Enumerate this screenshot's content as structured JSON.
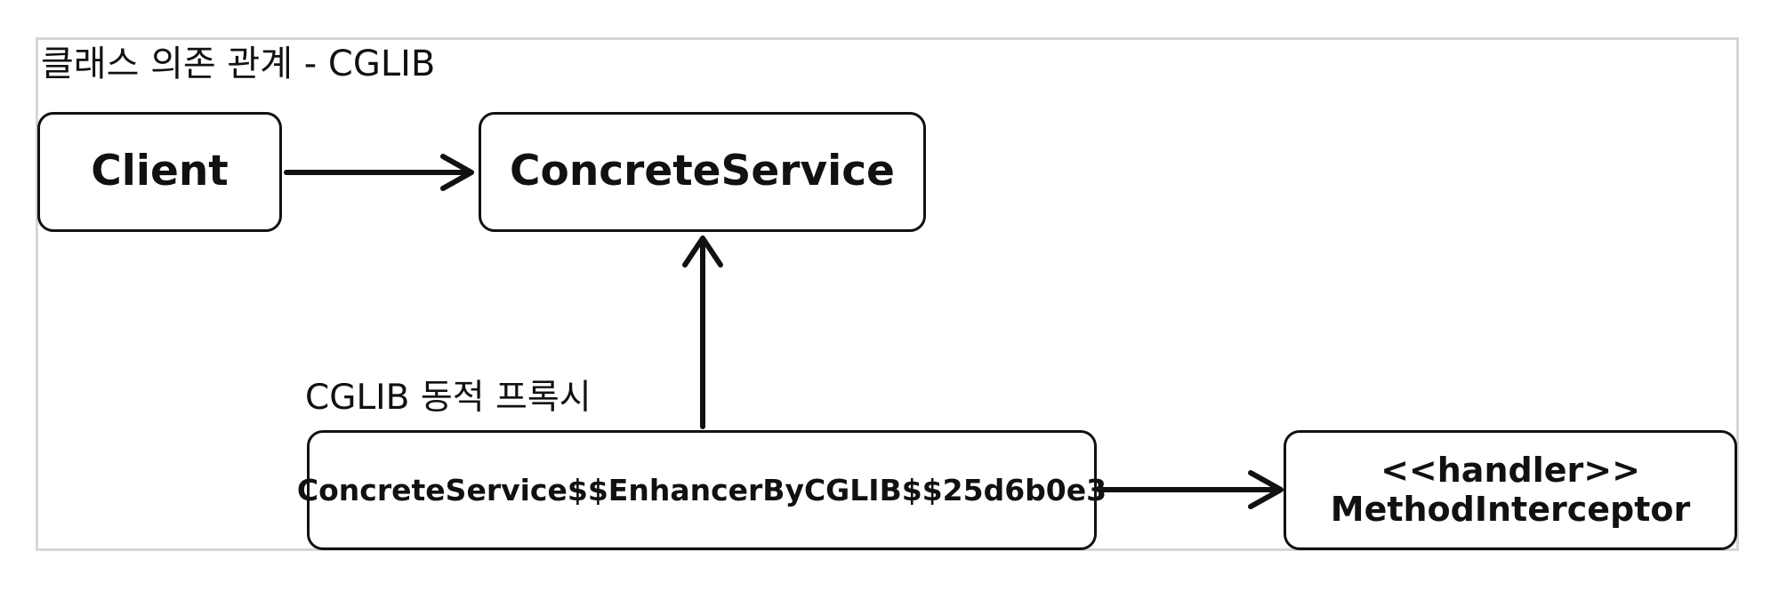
{
  "title": "클래스 의존 관계 - CGLIB",
  "proxy_label": "CGLIB 동적 프록시",
  "boxes": {
    "client": "Client",
    "concrete": "ConcreteService",
    "proxy": "ConcreteService$$EnhancerByCGLIB$$25d6b0e3",
    "handler_stereotype": "<<handler>>",
    "handler_name": "MethodInterceptor"
  },
  "colors": {
    "stroke": "#111111",
    "frame": "#d6d6d6"
  }
}
